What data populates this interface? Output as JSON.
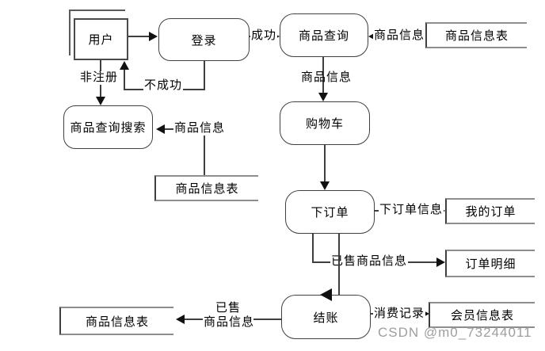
{
  "diagram": {
    "title_hint": "shopping-system-data-flow-diagram",
    "nodes": {
      "user": {
        "label": "用户",
        "type": "external-entity"
      },
      "login": {
        "label": "登录",
        "type": "process"
      },
      "product_query": {
        "label": "商品查询",
        "type": "process"
      },
      "product_search": {
        "label": "商品查询搜索",
        "type": "process"
      },
      "cart": {
        "label": "购物车",
        "type": "process"
      },
      "place_order": {
        "label": "下订单",
        "type": "process"
      },
      "checkout": {
        "label": "结账",
        "type": "process"
      },
      "product_info_store_top": {
        "label": "商品信息表",
        "type": "data-store"
      },
      "product_info_store_mid": {
        "label": "商品信息表",
        "type": "data-store"
      },
      "my_orders_store": {
        "label": "我的订单",
        "type": "data-store"
      },
      "order_detail_store": {
        "label": "订单明细",
        "type": "data-store"
      },
      "member_info_store": {
        "label": "会员信息表",
        "type": "data-store"
      },
      "product_info_store_bottom": {
        "label": "商品信息表",
        "type": "data-store"
      }
    },
    "edges": {
      "success": "成功",
      "failure": "不成功",
      "unregistered": "非注册",
      "product_info_top": "商品信息",
      "product_info_mid": "商品信息",
      "product_info_left": "商品信息",
      "order_info": "下订单信息",
      "sold_product_info": "已售商品信息",
      "consume_record": "消费记录",
      "sold_line1": "已售",
      "sold_line2": "商品信息"
    },
    "watermark": "CSDN @m0_73244011",
    "colors": {
      "line": "#3f3f3f",
      "store_rail": "#8d8d8d",
      "arrowhead": "#111111",
      "watermark": "#9e9e9e",
      "background": "#ffffff"
    }
  }
}
